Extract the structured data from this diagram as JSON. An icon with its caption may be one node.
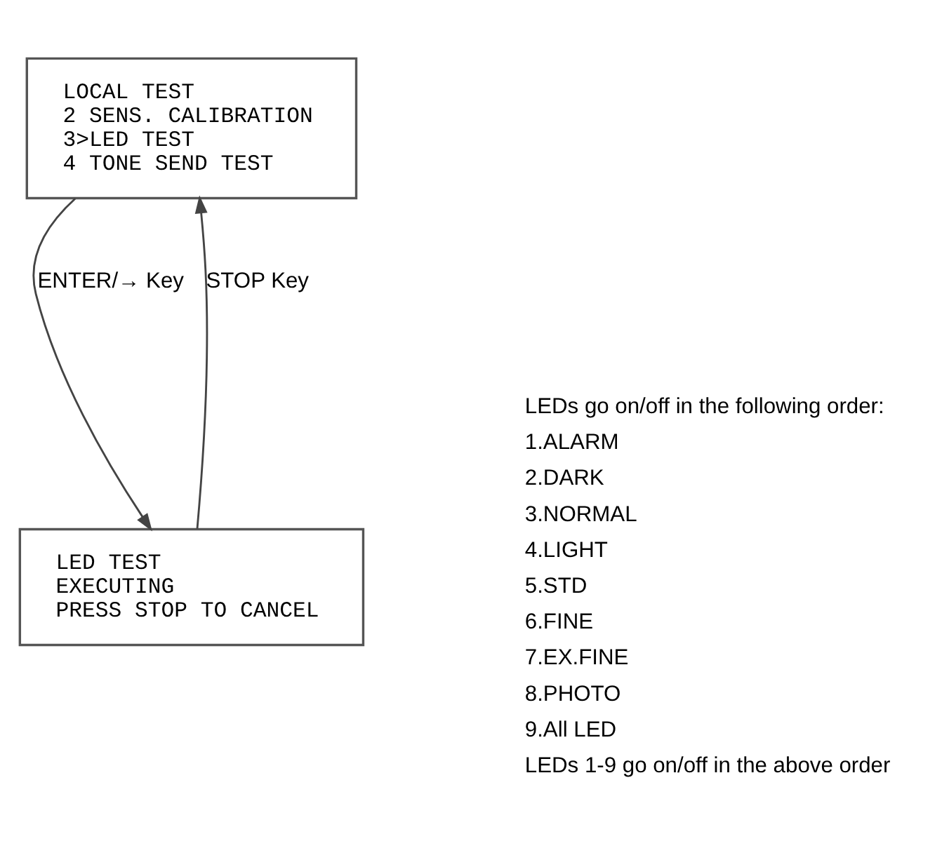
{
  "diagram": {
    "nodes": [
      {
        "text": [
          "LOCAL TEST",
          "2 SENS. CALIBRATION",
          "3>LED TEST",
          "4 TONE SEND TEST"
        ]
      },
      {
        "text": [
          "LED TEST",
          "EXECUTING",
          "PRESS STOP TO CANCEL"
        ]
      }
    ],
    "edges": [
      {
        "from": 0,
        "to": 1,
        "arrow": "to",
        "label": "ENTER/→ Key"
      },
      {
        "from": 1,
        "to": 0,
        "arrow": "to",
        "label": "STOP Key"
      }
    ],
    "labels": [
      "LEDs go on/off in the following order:",
      "1.ALARM",
      "2.DARK",
      "3.NORMAL",
      "4.LIGHT",
      "5.STD",
      "6.FINE",
      "7.EX.FINE",
      "8.PHOTO",
      "9.All LED",
      "LEDs 1-9 go on/off in the above order"
    ]
  }
}
